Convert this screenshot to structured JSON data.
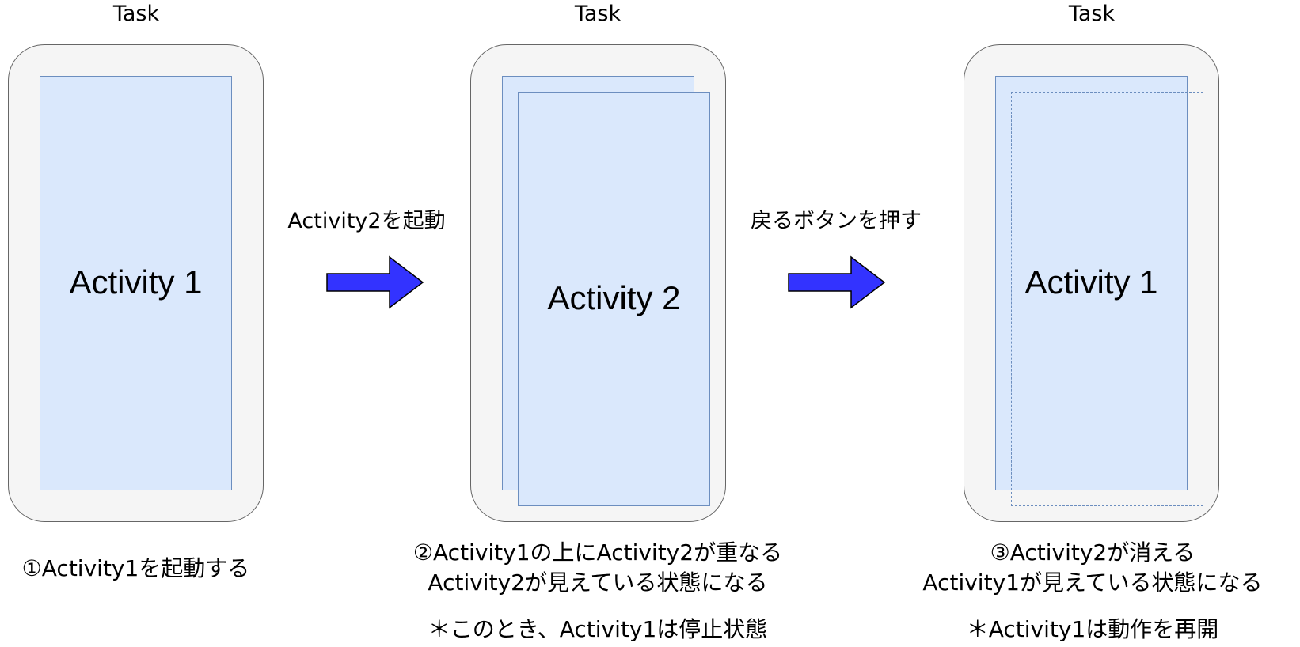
{
  "colors": {
    "task_fill": "#f5f5f5",
    "task_stroke": "#666666",
    "activity_fill": "#dae8fc",
    "activity_stroke": "#6c8ebf",
    "arrow_fill": "#3333ff"
  },
  "panels": [
    {
      "title": "Task",
      "activity_label": "Activity 1",
      "caption_lines": [
        "①Activity1を起動する"
      ],
      "note": ""
    },
    {
      "title": "Task",
      "activity_label": "Activity 2",
      "caption_lines": [
        "②Activity1の上にActivity2が重なる",
        "Activity2が見えている状態になる"
      ],
      "note": "＊このとき、Activity1は停止状態"
    },
    {
      "title": "Task",
      "activity_label": "Activity 1",
      "caption_lines": [
        "③Activity2が消える",
        "Activity1が見えている状態になる"
      ],
      "note": "＊Activity1は動作を再開"
    }
  ],
  "transitions": [
    {
      "label": "Activity2を起動",
      "icon": "right-arrow-icon"
    },
    {
      "label": "戻るボタンを押す",
      "icon": "right-arrow-icon"
    }
  ]
}
